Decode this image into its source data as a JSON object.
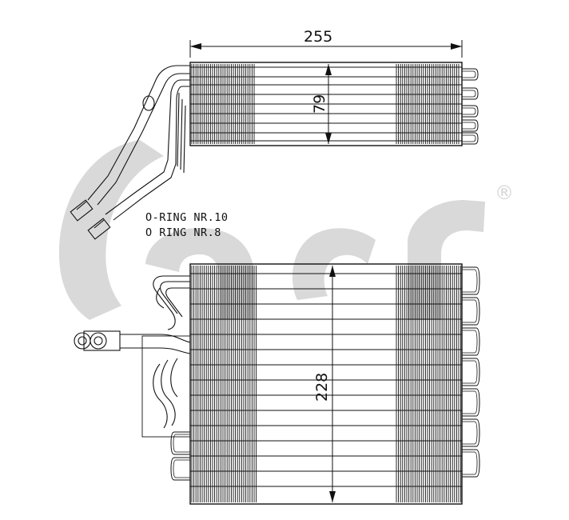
{
  "dimensions": {
    "width": "255",
    "height_top": "79",
    "height_bottom": "228"
  },
  "notes": {
    "oring_1": "O-RING NR.10",
    "oring_2": "O RING NR.8"
  },
  "watermark": {
    "brand": "acr",
    "registered": "®",
    "color": "#d9d9d9"
  },
  "colors": {
    "line": "#111111",
    "background": "#ffffff"
  }
}
